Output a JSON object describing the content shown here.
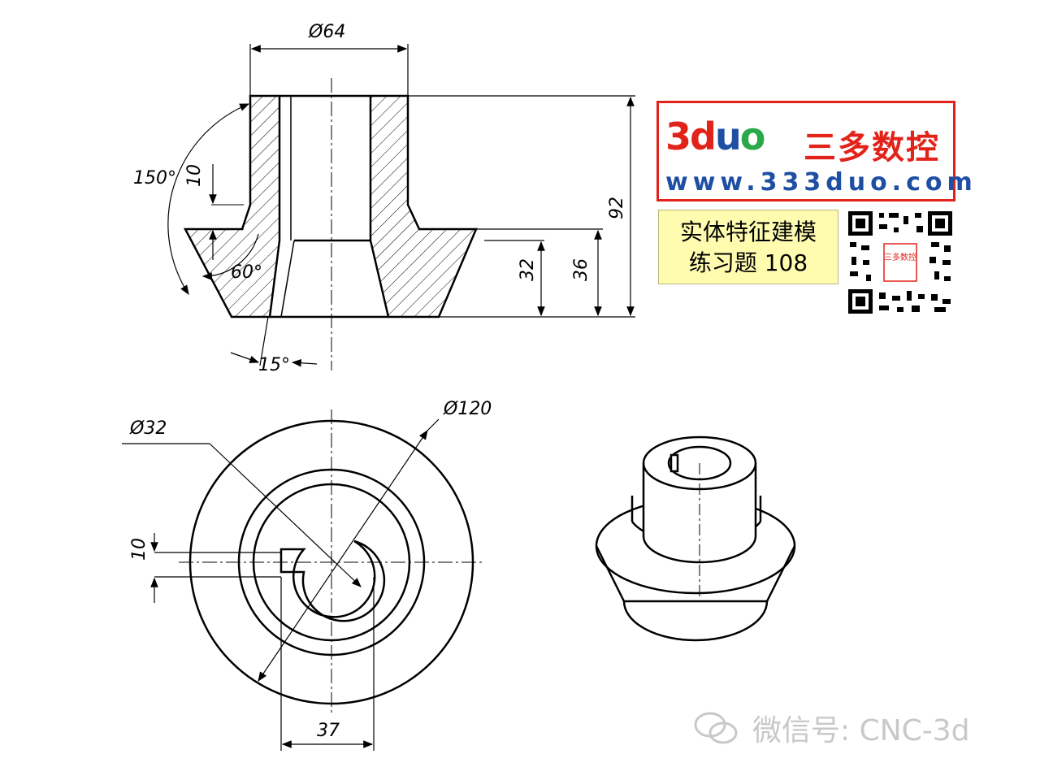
{
  "dimensions": {
    "top_diameter": "Ø64",
    "height_total": "92",
    "height_32": "32",
    "height_36": "36",
    "height_10": "10",
    "angle_150": "150°",
    "angle_60": "60°",
    "angle_15": "15°",
    "bore_diameter": "Ø32",
    "outer_diameter": "Ø120",
    "key_width": "10",
    "flange_width": "37"
  },
  "logo": {
    "mark_3": "3",
    "mark_d": "d",
    "mark_u": "u",
    "mark_o": "o",
    "name_cn": "三多数控",
    "url": "www.333duo.com"
  },
  "exercise": {
    "line1": "实体特征建模",
    "line2": "练习题 108"
  },
  "qr_label": "三多数控",
  "watermark": "微信号: CNC-3d",
  "colors": {
    "brand_red": "#e2231a",
    "brand_blue": "#1f4fa3",
    "brand_green": "#2aa84a",
    "note_bg": "#fffcb0"
  }
}
